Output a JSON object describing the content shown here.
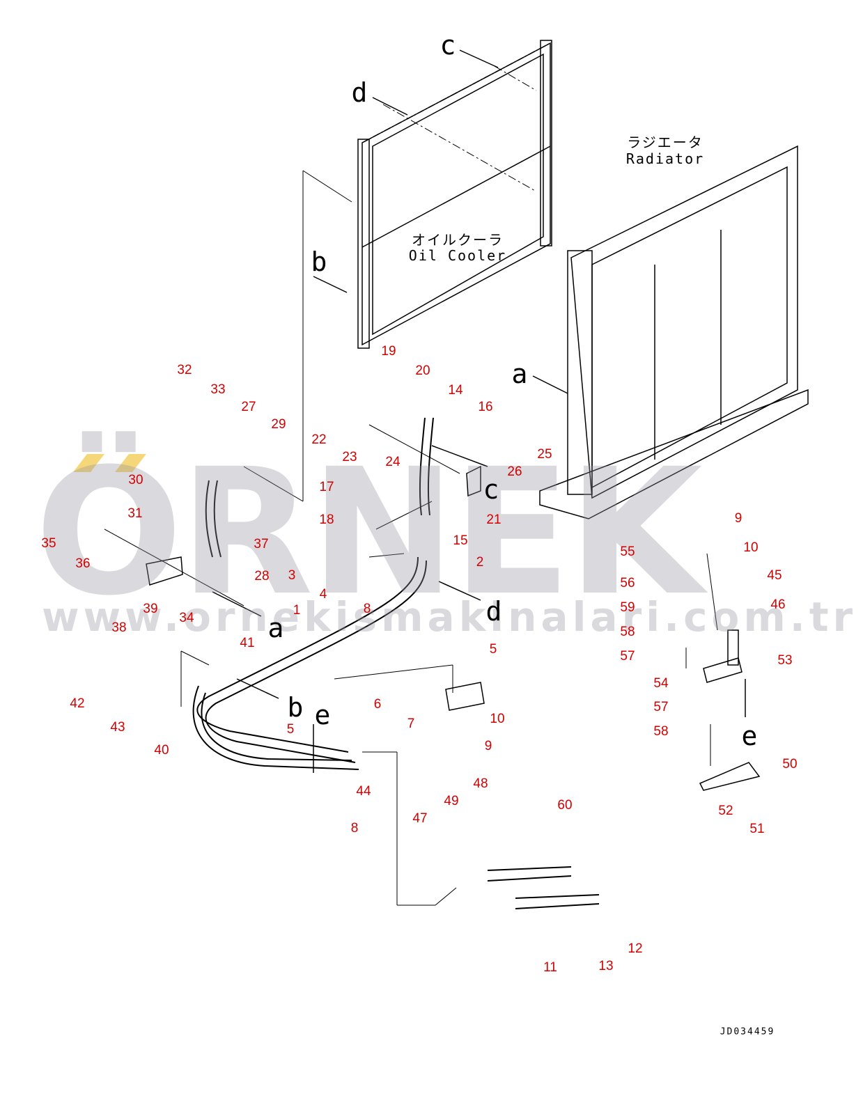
{
  "diagram": {
    "radiator_label_jp": "ラジエータ",
    "radiator_label_en": "Radiator",
    "oil_cooler_label_jp": "オイルクーラ",
    "oil_cooler_label_en": "Oil Cooler",
    "drawing_code": "JD034459",
    "callout_color": "#d40000",
    "callouts": [
      "32",
      "33",
      "27",
      "29",
      "30",
      "31",
      "37",
      "28",
      "35",
      "36",
      "38",
      "39",
      "34",
      "19",
      "20",
      "14",
      "16",
      "22",
      "23",
      "24",
      "25",
      "26",
      "17",
      "18",
      "21",
      "15",
      "3",
      "4",
      "2",
      "1",
      "8",
      "5",
      "41",
      "42",
      "43",
      "40",
      "5",
      "6",
      "7",
      "10",
      "9",
      "44",
      "8",
      "48",
      "49",
      "47",
      "60",
      "12",
      "11",
      "13",
      "9",
      "10",
      "55",
      "56",
      "45",
      "59",
      "46",
      "58",
      "57",
      "53",
      "54",
      "57",
      "58",
      "50",
      "52",
      "51"
    ],
    "reference_letters": [
      "c",
      "d",
      "b",
      "a",
      "c",
      "d",
      "a",
      "b",
      "e",
      "e"
    ]
  },
  "watermark": {
    "brand": "ÖRNEK",
    "url": "www.ornekismakinalari.com.tr",
    "accent": "#f5d77a"
  }
}
